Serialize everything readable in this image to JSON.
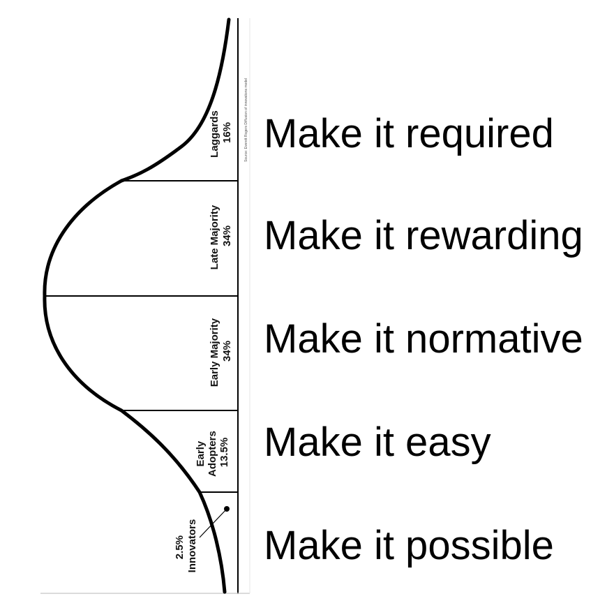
{
  "segments": [
    {
      "id": "laggards",
      "lines": [
        "Laggards",
        "16%"
      ]
    },
    {
      "id": "late-majority",
      "lines": [
        "Late Majority",
        "34%"
      ]
    },
    {
      "id": "early-majority",
      "lines": [
        "Early Majority",
        "34%"
      ]
    },
    {
      "id": "early-adopters",
      "lines": [
        "Early",
        "Adopters",
        "13.5%"
      ]
    },
    {
      "id": "innovators",
      "lines": [
        "2.5%",
        "Innovators"
      ]
    }
  ],
  "source_note": "Source: Everett Rogers Diffusion of innovations model",
  "phrases": [
    "Make it required",
    "Make it rewarding",
    "Make it normative",
    "Make it easy",
    "Make it possible"
  ]
}
